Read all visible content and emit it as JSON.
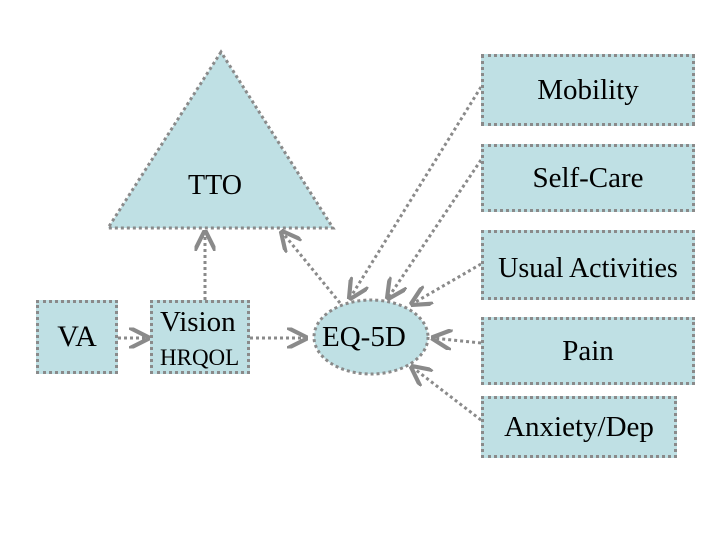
{
  "nodes": {
    "tto": "TTO",
    "va": "VA",
    "vision_line1": "Vision",
    "vision_line2": "HRQOL",
    "eq5d": "EQ-5D",
    "mobility": "Mobility",
    "self_care": "Self-Care",
    "usual_activities": "Usual Activities",
    "pain": "Pain",
    "anxiety_dep": "Anxiety/Dep"
  },
  "colors": {
    "fill": "#bfe0e4",
    "border": "#8a8a8a",
    "arrow": "#8a8a8a"
  }
}
